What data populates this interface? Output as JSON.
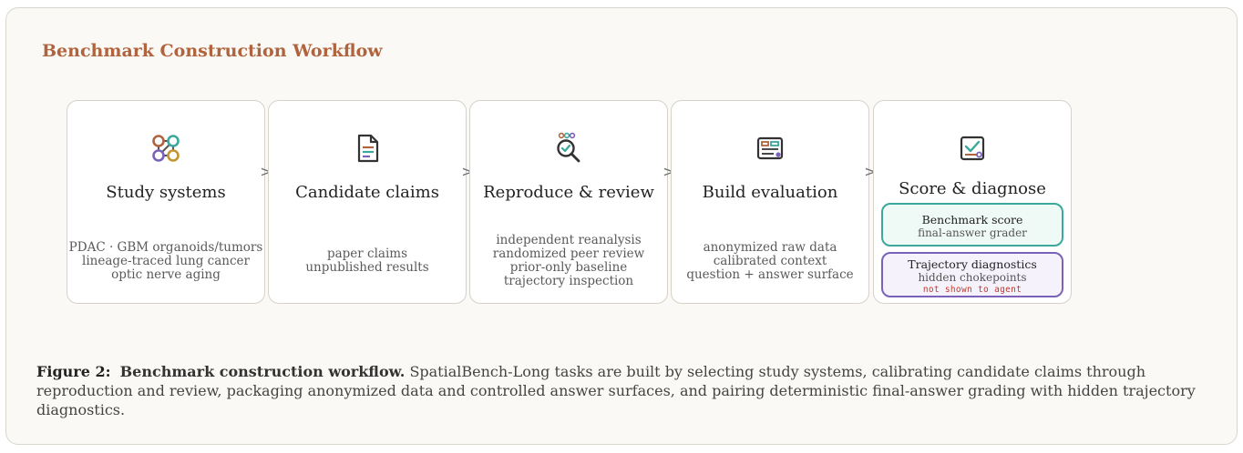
{
  "heading": "Benchmark Construction Workflow",
  "colors": {
    "accent": "#b0643e",
    "teal": "#3aa89b",
    "purple": "#7a62b8",
    "warning": "#c0392b"
  },
  "arrow_glyph": ">",
  "steps": [
    {
      "icon": "connected-nodes-icon",
      "title": "Study systems",
      "details": [
        "PDAC · GBM organoids/tumors",
        "lineage-traced lung cancer",
        "optic nerve aging"
      ]
    },
    {
      "icon": "document-icon",
      "title": "Candidate claims",
      "details": [
        "paper claims",
        "unpublished results"
      ]
    },
    {
      "icon": "magnifier-check-icon",
      "title": "Reproduce & review",
      "details": [
        "independent reanalysis",
        "randomized peer review",
        "prior-only baseline",
        "trajectory inspection"
      ]
    },
    {
      "icon": "form-window-icon",
      "title": "Build evaluation",
      "details": [
        "anonymized raw data",
        "calibrated context",
        "question + answer surface"
      ]
    },
    {
      "icon": "checkbox-icon",
      "title": "Score & diagnose"
    }
  ],
  "score_box": {
    "title": "Benchmark score",
    "subtitle": "final-answer grader"
  },
  "trajectory_box": {
    "title": "Trajectory diagnostics",
    "subtitle": "hidden chokepoints",
    "note": "not shown to agent"
  },
  "caption": {
    "label": "Figure 2:",
    "title": "Benchmark construction workflow.",
    "text": "SpatialBench-Long tasks are built by selecting study systems, calibrating candidate claims through reproduction and review, packaging anonymized data and controlled answer surfaces, and pairing deterministic final-answer grading with hidden trajectory diagnostics."
  }
}
